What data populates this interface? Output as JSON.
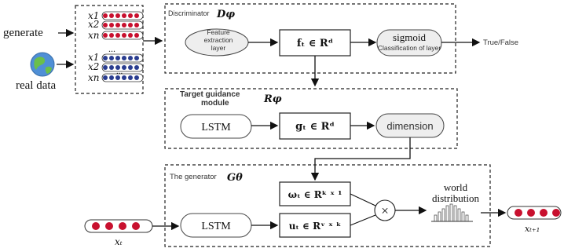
{
  "left": {
    "generate_label": "generate",
    "real_data_label": "real data",
    "gen_seq_labels": [
      "x1",
      "x2",
      "xn"
    ],
    "real_seq_labels": [
      "x1",
      "x2",
      "xn"
    ],
    "ellipsis": "..."
  },
  "discriminator": {
    "title": "Discriminator",
    "symbol": "Dφ",
    "feature_layer": [
      "Feature",
      "extraction",
      "layer"
    ],
    "feature_vector": "fₜ ∈ Rᵈ",
    "sigmoid_label": "sigmoid",
    "sigmoid_sub": "Classification of layer",
    "output_label": "True/False"
  },
  "guidance": {
    "title_line1": "Target guidance",
    "title_line2": "module",
    "symbol": "Rφ",
    "lstm_label": "LSTM",
    "goal_vector": "gₜ ∈ Rᵈ",
    "dimension_label": "dimension"
  },
  "generator": {
    "title": "The generator",
    "symbol": "Gθ",
    "lstm_label": "LSTM",
    "omega_vector": "ωₜ ∈ Rᵏ ˣ ¹",
    "u_vector": "uₜ ∈ Rᵛ ˣ ᵏ",
    "multiply_symbol": "×",
    "world_distribution": [
      "world",
      "distribution"
    ],
    "input_label": "xₜ",
    "output_label": "xₜ₊₁"
  },
  "colors": {
    "token_red": "#c8102e",
    "token_blue": "#2a3d8f",
    "box_fill": "#ffffff",
    "dashed_border": "#222222",
    "pill_fill": "#eeeeee"
  }
}
